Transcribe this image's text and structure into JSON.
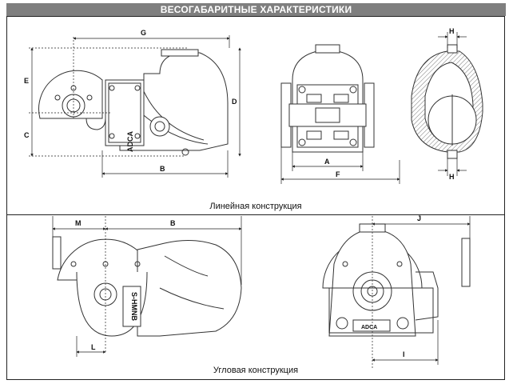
{
  "header": {
    "title": "ВЕСОГАБАРИТНЫЕ ХАРАКТЕРИСТИКИ"
  },
  "captions": {
    "linear": "Линейная конструкция",
    "angular": "Угловая конструкция"
  },
  "dimensions": {
    "G": "G",
    "E": "E",
    "C": "C",
    "D": "D",
    "B": "B",
    "A": "A",
    "F": "F",
    "H_top": "H",
    "H_bottom": "H",
    "M": "M",
    "B2": "B",
    "L": "L",
    "J": "J",
    "I": "I"
  },
  "labels": {
    "model_top": "ADCA",
    "model_side": "S-HMNB",
    "brand_plate": "ADCA"
  },
  "colors": {
    "header_bg": "#7f7f7f",
    "line": "#333333",
    "hatch": "#777777"
  }
}
